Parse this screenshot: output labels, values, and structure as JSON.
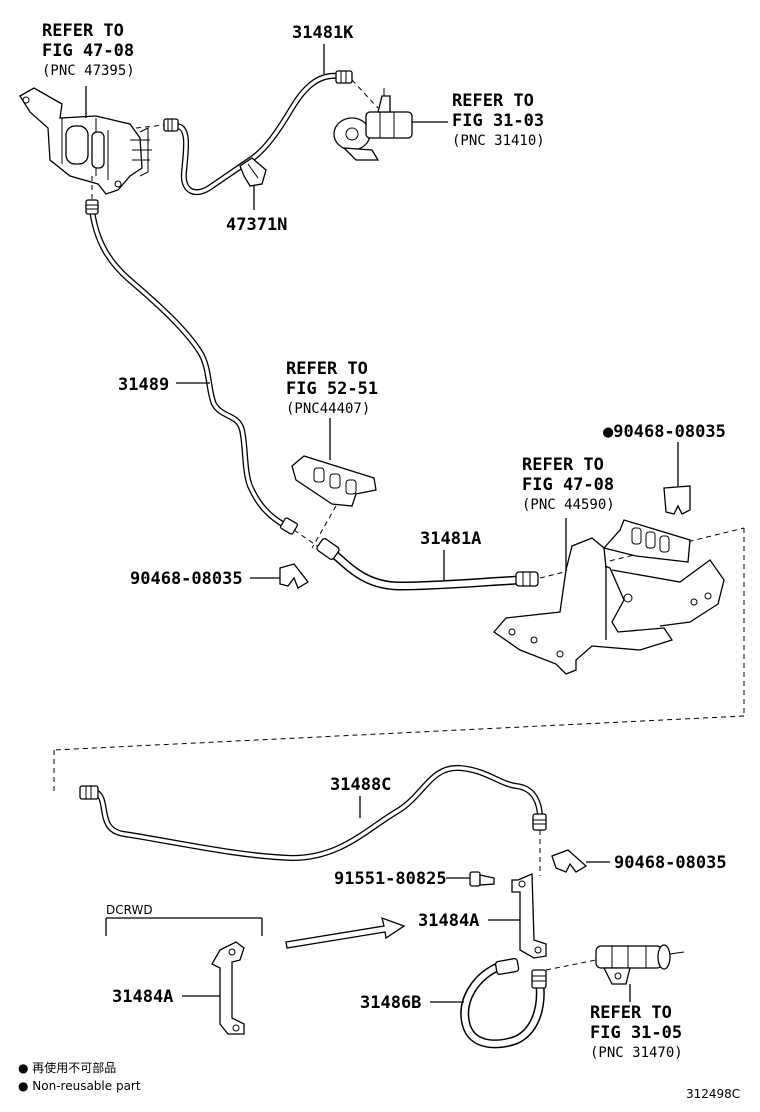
{
  "labels": {
    "ref_47_08_top": {
      "line1": "REFER TO",
      "line2": "FIG 47-08",
      "line3": "(PNC 47395)"
    },
    "p31481K": "31481K",
    "ref_31_03": {
      "line1": "REFER TO",
      "line2": "FIG 31-03",
      "line3": "(PNC 31410)"
    },
    "p47371N": "47371N",
    "p31489": "31489",
    "ref_52_51": {
      "line1": "REFER TO",
      "line2": "FIG 52-51",
      "line3": "(PNC44407)"
    },
    "p90468_a": "90468-08035",
    "p90468_b": "90468-08035",
    "ref_47_08_mid": {
      "line1": "REFER TO",
      "line2": "FIG 47-08",
      "line3": "(PNC 44590)"
    },
    "p31481A": "31481A",
    "p90468_c": "90468-08035",
    "p31488C": "31488C",
    "p91551": "91551-80825",
    "p31484A_right": "31484A",
    "dcrwd": "DCRWD",
    "p31484A_left": "31484A",
    "p31486B": "31486B",
    "ref_31_05": {
      "line1": "REFER TO",
      "line2": "FIG 31-05",
      "line3": "(PNC 31470)"
    }
  },
  "legend": {
    "line1": "● 再使用不可部品",
    "line2": "● Non-reusable part"
  },
  "diagram_id": "312498C"
}
